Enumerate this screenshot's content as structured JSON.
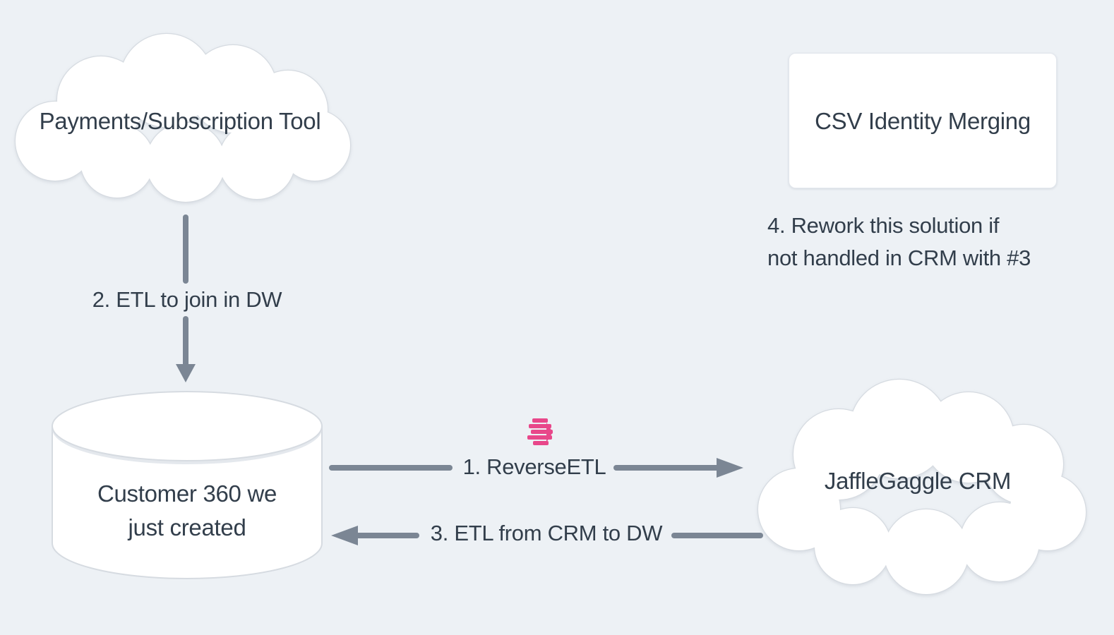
{
  "colors": {
    "background": "#edf1f5",
    "node_fill": "#ffffff",
    "node_border": "#d6dbe1",
    "arrow": "#7b8694",
    "text": "#323e4b",
    "accent_pink": "#e8478a"
  },
  "nodes": {
    "payments": {
      "type": "cloud",
      "label": "Payments/Subscription Tool"
    },
    "csv_merge": {
      "type": "rectangle",
      "label": "CSV Identity Merging"
    },
    "customer360": {
      "type": "database-cylinder",
      "line1": "Customer 360 we",
      "line2": "just created"
    },
    "crm": {
      "type": "cloud",
      "label": "JaffleGaggle CRM"
    }
  },
  "edges": {
    "reverse_etl": {
      "label": "1. ReverseETL",
      "direction": "right"
    },
    "etl_to_dw": {
      "label": "2. ETL to join in DW",
      "direction": "down"
    },
    "etl_from_crm": {
      "label": "3. ETL from CRM to DW",
      "direction": "left"
    }
  },
  "annotation": {
    "line1": "4. Rework this solution if",
    "line2": "not handled in CRM with #3"
  },
  "icons": {
    "hightouch": "hightouch-logo-icon"
  }
}
